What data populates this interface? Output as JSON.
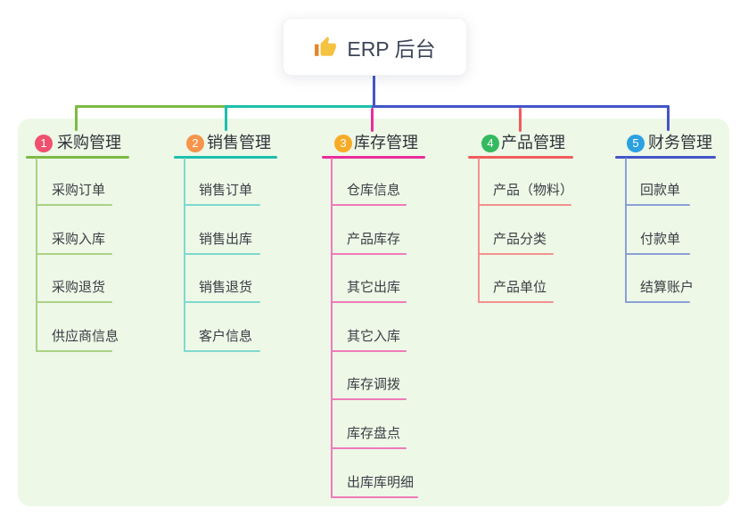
{
  "root": {
    "label": "ERP 后台",
    "icon": "thumbs-up-icon",
    "icon_color": "#f6c241"
  },
  "colors": {
    "canvas_bg": "#ffffff",
    "panel_bg": "#edf8e7",
    "root_text": "#3d4457",
    "node_text": "#3a3f45",
    "root_connector": "#4355c8"
  },
  "branches": [
    {
      "number": "1",
      "title": "采购管理",
      "badge_color": "#f0506e",
      "line_color": "#7cba45",
      "light_color": "#abd284",
      "children": [
        "采购订单",
        "采购入库",
        "采购退货",
        "供应商信息"
      ]
    },
    {
      "number": "2",
      "title": "销售管理",
      "badge_color": "#f7944c",
      "line_color": "#1dbfae",
      "light_color": "#80d8ce",
      "children": [
        "销售订单",
        "销售出库",
        "销售退货",
        "客户信息"
      ]
    },
    {
      "number": "3",
      "title": "库存管理",
      "badge_color": "#f7ab26",
      "line_color": "#ea2c9c",
      "light_color": "#f07ab9",
      "children": [
        "仓库信息",
        "产品库存",
        "其它出库",
        "其它入库",
        "库存调拨",
        "库存盘点",
        "出库库明细"
      ]
    },
    {
      "number": "4",
      "title": "产品管理",
      "badge_color": "#35b960",
      "line_color": "#f15b5b",
      "light_color": "#f4918f",
      "children": [
        "产品（物料）",
        "产品分类",
        "产品单位"
      ]
    },
    {
      "number": "5",
      "title": "财务管理",
      "badge_color": "#2ba1e2",
      "line_color": "#4355c8",
      "light_color": "#8ba0d6",
      "children": [
        "回款单",
        "付款单",
        "结算账户"
      ]
    }
  ]
}
